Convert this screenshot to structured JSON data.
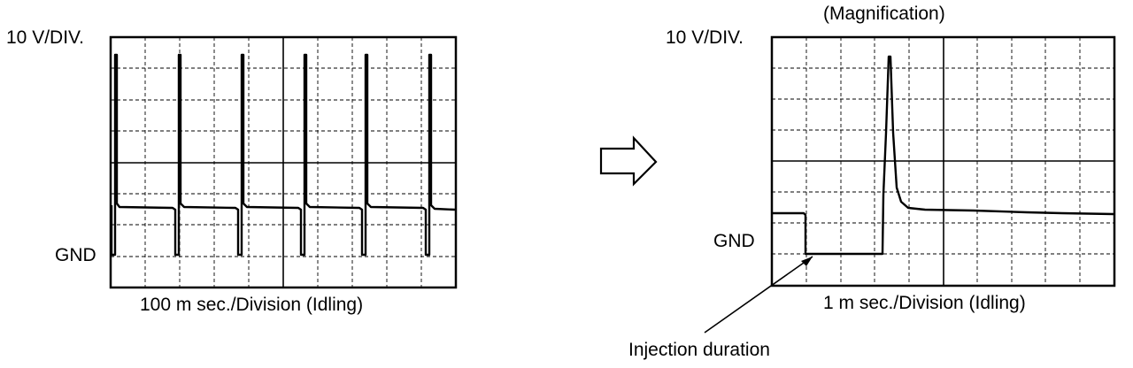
{
  "left_scope": {
    "y_scale": "10 V/DIV.",
    "ground": "GND",
    "time_base": "100 m sec./Division (Idling)"
  },
  "right_scope": {
    "title": "(Magnification)",
    "y_scale": "10 V/DIV.",
    "ground": "GND",
    "time_base": "1 m sec./Division (Idling)",
    "annotation": "Injection duration"
  },
  "arrow_icon": "right-arrow-icon",
  "colors": {
    "trace": "#000000",
    "grid": "#000000",
    "background": "#ffffff"
  }
}
